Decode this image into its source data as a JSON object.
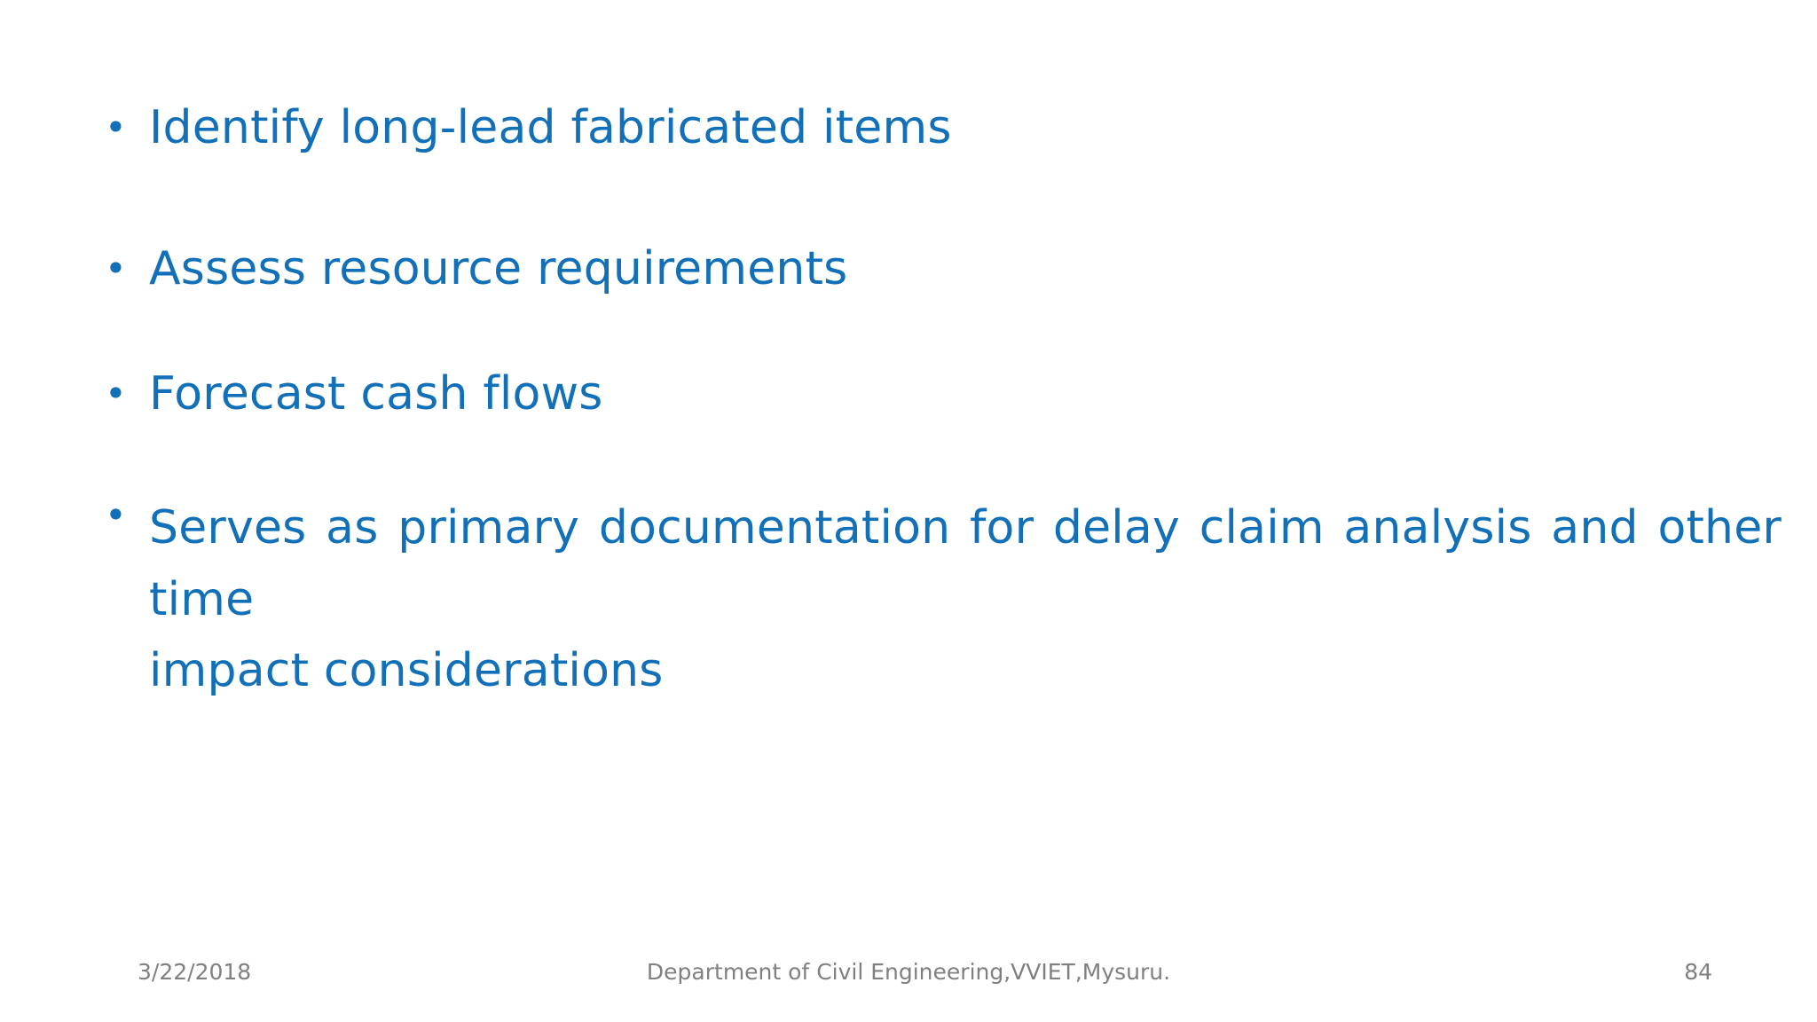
{
  "slide": {
    "background_color": "#ffffff",
    "accent_color": "#1170b8",
    "footer_color": "#808080",
    "bullet_glyph": "•",
    "bullets": [
      {
        "text": "Identify long-lead fabricated items"
      },
      {
        "text": "Assess resource requirements"
      },
      {
        "text": "Forecast cash flows"
      },
      {
        "line1": "Serves as primary documentation for delay claim analysis and other time",
        "line2": "impact considerations"
      }
    ]
  },
  "footer": {
    "date": "3/22/2018",
    "center": "Department of Civil Engineering,VVIET,Mysuru.",
    "page_number": "84"
  }
}
